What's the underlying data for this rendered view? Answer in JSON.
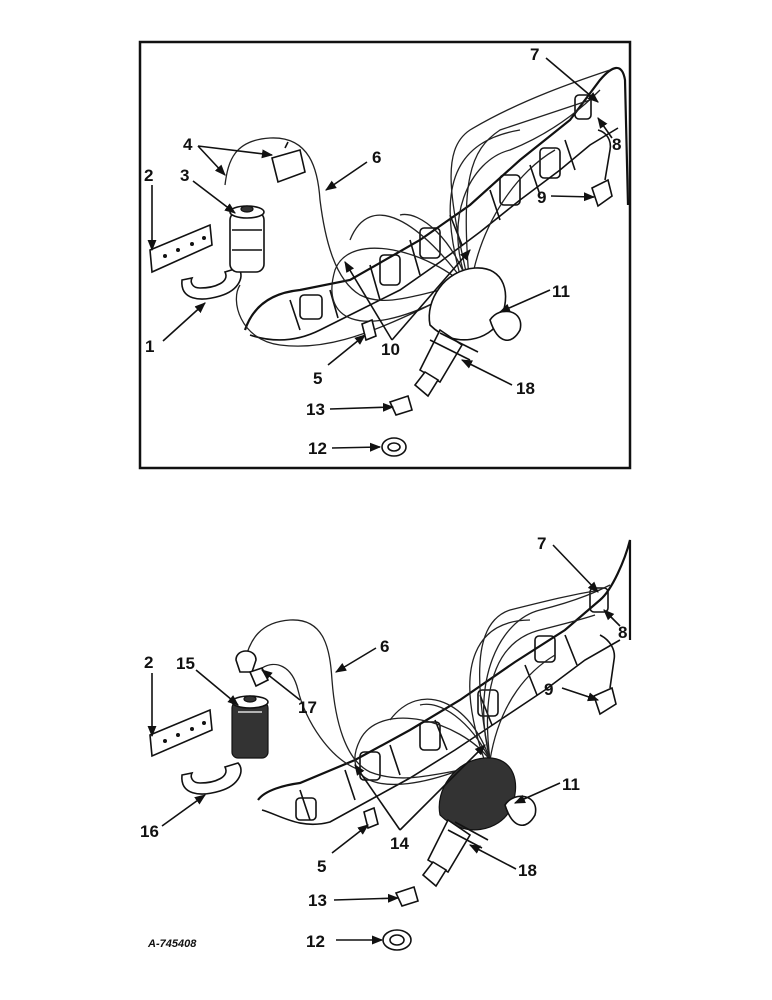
{
  "drawing_code": "A-745408",
  "upper_callouts": [
    "7",
    "8",
    "4",
    "6",
    "2",
    "3",
    "9",
    "11",
    "1",
    "10",
    "5",
    "18",
    "13",
    "12"
  ],
  "lower_callouts": [
    "7",
    "8",
    "6",
    "2",
    "15",
    "17",
    "9",
    "11",
    "16",
    "14",
    "5",
    "18",
    "13",
    "12"
  ]
}
